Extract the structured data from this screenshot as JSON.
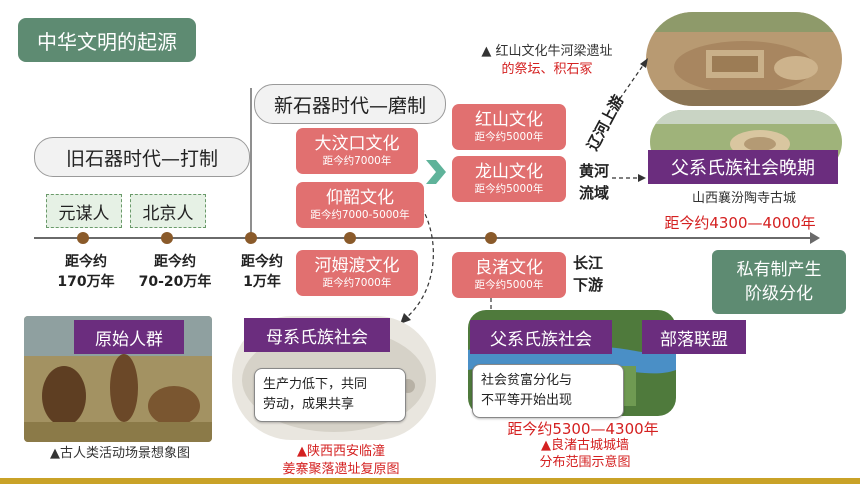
{
  "title": "中华文明的起源",
  "eras": {
    "paleolithic": "旧石器时代—打制",
    "neolithic": "新石器时代—磨制"
  },
  "sites": {
    "yuanmou": "元谋人",
    "beijing": "北京人"
  },
  "timeline": {
    "t1": [
      "距今约",
      "170万年"
    ],
    "t2": [
      "距今约",
      "70-20万年"
    ],
    "t3": [
      "距今约",
      "1万年"
    ]
  },
  "cultures": {
    "dawenkou": {
      "name": "大汶口文化",
      "date": "距今约7000年"
    },
    "yangshao": {
      "name": "仰韶文化",
      "date": "距今约7000-5000年"
    },
    "hemudu": {
      "name": "河姆渡文化",
      "date": "距今约7000年"
    },
    "hongshan": {
      "name": "红山文化",
      "date": "距今约5000年"
    },
    "longshan": {
      "name": "龙山文化",
      "date": "距今约5000年"
    },
    "liangzhu": {
      "name": "良渚文化",
      "date": "距今约5000年"
    }
  },
  "rivers": {
    "liaohe": "辽河上游",
    "huanghe": [
      "黄河",
      "流域"
    ],
    "changjiang": [
      "长江",
      "下游"
    ]
  },
  "stages": {
    "primitive": "原始人群",
    "matriarchal": "母系氏族社会",
    "patriarchal": "父系氏族社会",
    "tribal": "部落联盟",
    "late_patriarchal": "父系氏族社会晚期",
    "private": [
      "私有制产生",
      "阶级分化"
    ]
  },
  "notes": {
    "matriarchal": [
      "生产力低下，共同",
      "劳动，成果共享"
    ],
    "patriarchal": [
      "社会贫富分化与",
      "不平等开始出现"
    ]
  },
  "dates": {
    "patriarchal": "距今约5300—4300年",
    "late": "距今约4300—4000年"
  },
  "captions": {
    "niuheliang": [
      "▲ 红山文化牛河梁遗址",
      "的祭坛、积石冢"
    ],
    "taosi": "山西襄汾陶寺古城",
    "ancient": "▲古人类活动场景想象图",
    "jiangzhai": [
      "▲陕西西安临潼",
      "姜寨聚落遗址复原图"
    ],
    "liangzhu": [
      "▲良渚古城城墙",
      "分布范围示意图"
    ]
  },
  "colors": {
    "green": "#5e8b72",
    "culture_red": "#e17070",
    "stage_purple": "#6b2d7e",
    "accent_red": "#d42020",
    "footer": "#c9a227"
  }
}
